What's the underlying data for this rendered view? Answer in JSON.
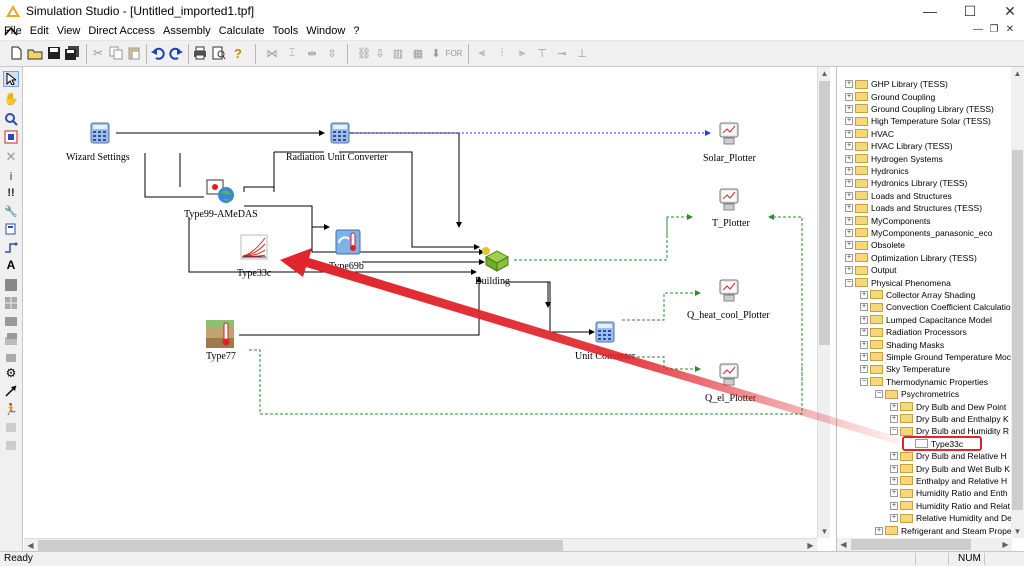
{
  "window": {
    "title": "Simulation Studio - [Untitled_imported1.tpf]",
    "minimize_glyph": "—",
    "maximize_glyph": "☐",
    "close_glyph": "✕"
  },
  "menu": [
    {
      "label": "File"
    },
    {
      "label": "Edit"
    },
    {
      "label": "View"
    },
    {
      "label": "Direct Access"
    },
    {
      "label": "Assembly"
    },
    {
      "label": "Calculate"
    },
    {
      "label": "Tools"
    },
    {
      "label": "Window"
    },
    {
      "label": "?"
    }
  ],
  "canvas": {
    "components": [
      {
        "id": "wizard",
        "label": "Wizard Settings",
        "icon": "calculator-icon"
      },
      {
        "id": "rad",
        "label": "Radiation Unit Converter",
        "icon": "calculator-icon"
      },
      {
        "id": "solar",
        "label": "Solar_Plotter",
        "icon": "plotter-icon"
      },
      {
        "id": "t99",
        "label": "Type99-AMeDAS",
        "icon": "weather-icon"
      },
      {
        "id": "tplot",
        "label": "T_Plotter",
        "icon": "plotter-icon"
      },
      {
        "id": "t69",
        "label": "Type69b",
        "icon": "sky-temp-icon"
      },
      {
        "id": "t33",
        "label": "Type33c",
        "icon": "psychro-chart-icon"
      },
      {
        "id": "bld",
        "label": "Building",
        "icon": "building-icon"
      },
      {
        "id": "qhc",
        "label": "Q_heat_cool_Plotter",
        "icon": "plotter-icon"
      },
      {
        "id": "t77",
        "label": "Type77",
        "icon": "ground-temp-icon"
      },
      {
        "id": "uc",
        "label": "Unit Converter",
        "icon": "calculator-icon"
      },
      {
        "id": "qel",
        "label": "Q_el_Plotter",
        "icon": "plotter-icon"
      }
    ]
  },
  "tree": {
    "rows": [
      {
        "label": "GHP Library (TESS)",
        "depth": 0,
        "expand": "+",
        "icon": "folder"
      },
      {
        "label": "Ground Coupling",
        "depth": 0,
        "expand": "+",
        "icon": "folder"
      },
      {
        "label": "Ground Coupling Library (TESS)",
        "depth": 0,
        "expand": "+",
        "icon": "folder"
      },
      {
        "label": "High Temperature Solar (TESS)",
        "depth": 0,
        "expand": "+",
        "icon": "folder"
      },
      {
        "label": "HVAC",
        "depth": 0,
        "expand": "+",
        "icon": "folder"
      },
      {
        "label": "HVAC Library (TESS)",
        "depth": 0,
        "expand": "+",
        "icon": "folder"
      },
      {
        "label": "Hydrogen Systems",
        "depth": 0,
        "expand": "+",
        "icon": "folder"
      },
      {
        "label": "Hydronics",
        "depth": 0,
        "expand": "+",
        "icon": "folder"
      },
      {
        "label": "Hydronics Library (TESS)",
        "depth": 0,
        "expand": "+",
        "icon": "folder"
      },
      {
        "label": "Loads and Structures",
        "depth": 0,
        "expand": "+",
        "icon": "folder"
      },
      {
        "label": "Loads and Structures (TESS)",
        "depth": 0,
        "expand": "+",
        "icon": "folder"
      },
      {
        "label": "MyComponents",
        "depth": 0,
        "expand": "+",
        "icon": "folder"
      },
      {
        "label": "MyComponents_panasonic_eco",
        "depth": 0,
        "expand": "+",
        "icon": "folder"
      },
      {
        "label": "Obsolete",
        "depth": 0,
        "expand": "+",
        "icon": "folder"
      },
      {
        "label": "Optimization Library (TESS)",
        "depth": 0,
        "expand": "+",
        "icon": "folder"
      },
      {
        "label": "Output",
        "depth": 0,
        "expand": "+",
        "icon": "folder"
      },
      {
        "label": "Physical Phenomena",
        "depth": 0,
        "expand": "−",
        "icon": "folder"
      },
      {
        "label": "Collector Array Shading",
        "depth": 1,
        "expand": "+",
        "icon": "folder"
      },
      {
        "label": "Convection Coefficient Calculatio",
        "depth": 1,
        "expand": "+",
        "icon": "folder"
      },
      {
        "label": "Lumped Capacitance Model",
        "depth": 1,
        "expand": "+",
        "icon": "folder"
      },
      {
        "label": "Radiation Processors",
        "depth": 1,
        "expand": "+",
        "icon": "folder"
      },
      {
        "label": "Shading Masks",
        "depth": 1,
        "expand": "+",
        "icon": "folder"
      },
      {
        "label": "Simple Ground Temperature Moc",
        "depth": 1,
        "expand": "+",
        "icon": "folder"
      },
      {
        "label": "Sky Temperature",
        "depth": 1,
        "expand": "+",
        "icon": "folder"
      },
      {
        "label": "Thermodynamic Properties",
        "depth": 1,
        "expand": "−",
        "icon": "folder"
      },
      {
        "label": "Psychrometrics",
        "depth": 2,
        "expand": "−",
        "icon": "folder"
      },
      {
        "label": "Dry Bulb and Dew Point",
        "depth": 3,
        "expand": "+",
        "icon": "folder"
      },
      {
        "label": "Dry Bulb and Enthalpy K",
        "depth": 3,
        "expand": "+",
        "icon": "folder"
      },
      {
        "label": "Dry Bulb and Humidity R",
        "depth": 3,
        "expand": "−",
        "icon": "folder"
      },
      {
        "label": "Type33c",
        "depth": 4,
        "expand": "",
        "icon": "leaf"
      },
      {
        "label": "Dry Bulb and Relative H",
        "depth": 3,
        "expand": "+",
        "icon": "folder"
      },
      {
        "label": "Dry Bulb and Wet Bulb K",
        "depth": 3,
        "expand": "+",
        "icon": "folder"
      },
      {
        "label": "Enthalpy and Relative H",
        "depth": 3,
        "expand": "+",
        "icon": "folder"
      },
      {
        "label": "Humidity Ratio and Enth",
        "depth": 3,
        "expand": "+",
        "icon": "folder"
      },
      {
        "label": "Humidity Ratio and Relat",
        "depth": 3,
        "expand": "+",
        "icon": "folder"
      },
      {
        "label": "Relative Humidity and De",
        "depth": 3,
        "expand": "+",
        "icon": "folder"
      },
      {
        "label": "Refrigerant and Steam Prope",
        "depth": 2,
        "expand": "+",
        "icon": "folder"
      }
    ]
  },
  "status": {
    "left": "Ready",
    "num": "NUM"
  },
  "colors": {
    "link_black": "#000000",
    "link_blue": "#2b3bd6",
    "link_green": "#2d8a2d",
    "annotation_red": "#e0242a"
  }
}
